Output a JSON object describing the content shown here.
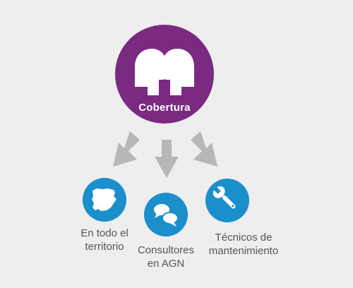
{
  "hub": {
    "title": "Cobertura",
    "icon": "facing-heads-icon",
    "color": "#7b2a82"
  },
  "arrows": {
    "color": "#b7b7b7"
  },
  "nodes": [
    {
      "icon": "spain-map-icon",
      "label_lines": [
        "En todo el",
        "territorio"
      ],
      "color": "#1b8fcc"
    },
    {
      "icon": "speech-bubbles-icon",
      "label_lines": [
        "Consultores",
        "en AGN"
      ],
      "color": "#1b8fcc"
    },
    {
      "icon": "wrench-icon",
      "label_lines": [
        "Técnicos de",
        "mantenimiento"
      ],
      "color": "#1b8fcc"
    }
  ],
  "colors": {
    "background": "#eeeeee",
    "text": "#555555"
  }
}
